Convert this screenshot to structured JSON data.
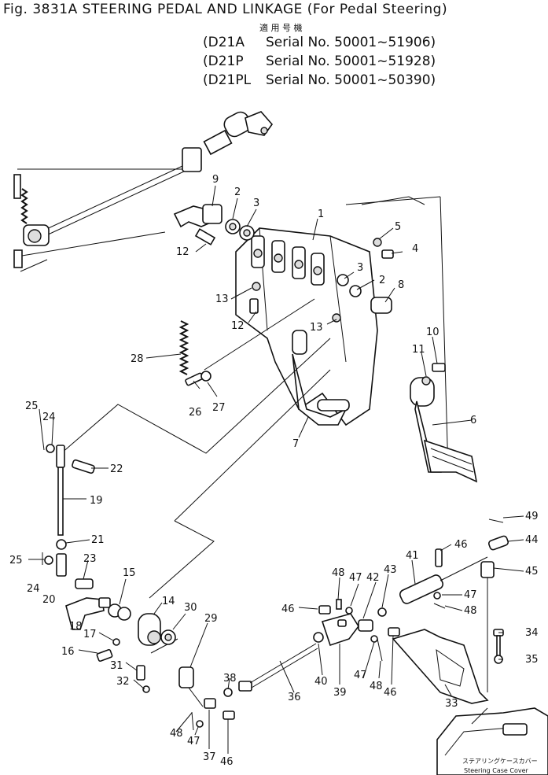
{
  "header": {
    "title": "Fig. 3831A  STEERING PEDAL AND LINKAGE (For Pedal Steering)",
    "subtitle_jp": "適 用 号 機",
    "serials": [
      {
        "model": "(D21A",
        "serial": "Serial No. 50001~51906)"
      },
      {
        "model": "(D21P",
        "serial": "Serial No. 50001~51928)"
      },
      {
        "model": "(D21PL",
        "serial": "Serial No. 50001~50390)"
      }
    ]
  },
  "callouts": [
    "1",
    "2",
    "3",
    "4",
    "5",
    "6",
    "7",
    "8",
    "9",
    "10",
    "11",
    "12",
    "13",
    "14",
    "15",
    "16",
    "17",
    "18",
    "19",
    "20",
    "21",
    "22",
    "23",
    "24",
    "25",
    "26",
    "27",
    "28",
    "29",
    "30",
    "31",
    "32",
    "33",
    "34",
    "35",
    "36",
    "37",
    "38",
    "39",
    "40",
    "41",
    "42",
    "43",
    "44",
    "45",
    "46",
    "47",
    "48",
    "49"
  ],
  "labels": {
    "cover_jp": "ステアリングケースカバー",
    "cover_en": "Steering Case Cover"
  }
}
